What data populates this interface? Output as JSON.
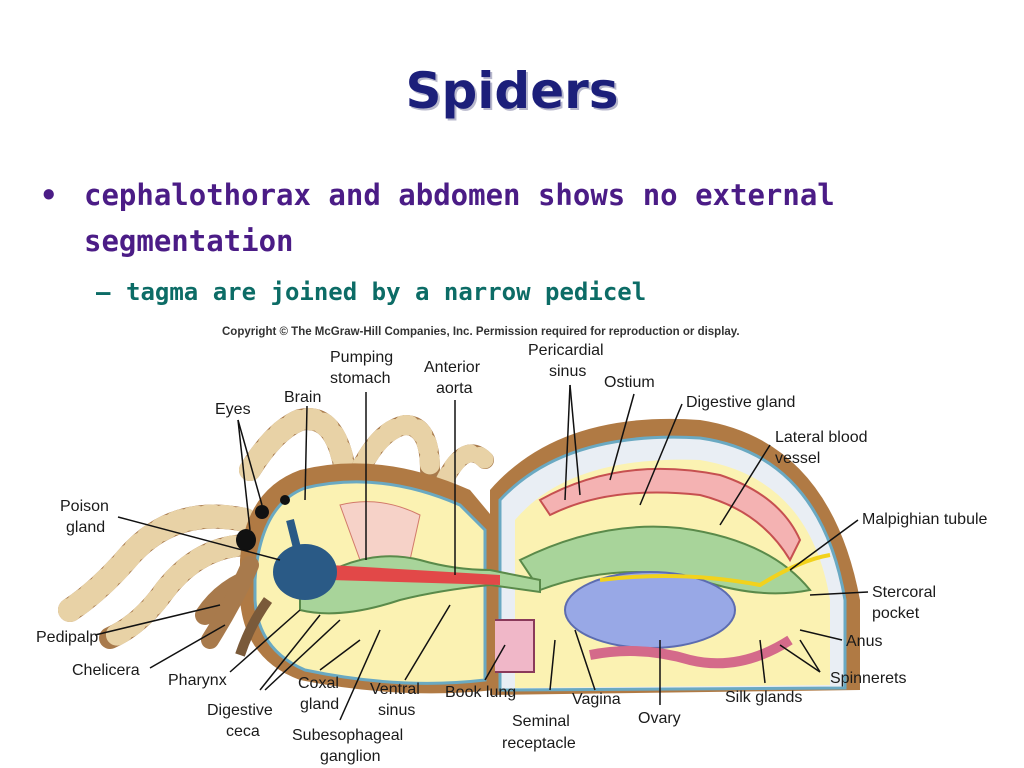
{
  "slide": {
    "title": "Spiders",
    "bullet": {
      "marker": "•",
      "text": "cephalothorax and abdomen shows no external segmentation"
    },
    "sub_bullet": {
      "marker": "–",
      "text": "tagma are joined by a narrow pedicel"
    }
  },
  "diagram": {
    "copyright": "Copyright © The McGraw-Hill Companies, Inc. Permission required for reproduction or display.",
    "labels": {
      "pumping_stomach_1": "Pumping",
      "pumping_stomach_2": "stomach",
      "anterior_aorta_1": "Anterior",
      "anterior_aorta_2": "aorta",
      "pericardial_sinus_1": "Pericardial",
      "pericardial_sinus_2": "sinus",
      "ostium": "Ostium",
      "digestive_gland": "Digestive gland",
      "brain": "Brain",
      "eyes": "Eyes",
      "lateral_blood_vessel_1": "Lateral blood",
      "lateral_blood_vessel_2": "vessel",
      "poison_gland_1": "Poison",
      "poison_gland_2": "gland",
      "malpighian_tubule": "Malpighian tubule",
      "stercoral_pocket_1": "Stercoral",
      "stercoral_pocket_2": "pocket",
      "pedipalp": "Pedipalp",
      "anus": "Anus",
      "chelicera": "Chelicera",
      "spinnerets": "Spinnerets",
      "pharynx": "Pharynx",
      "coxal_gland_1": "Coxal",
      "coxal_gland_2": "gland",
      "ventral_sinus_1": "Ventral",
      "ventral_sinus_2": "sinus",
      "book_lung": "Book lung",
      "vagina": "Vagina",
      "silk_glands": "Silk glands",
      "digestive_ceca_1": "Digestive",
      "digestive_ceca_2": "ceca",
      "subesophageal_ganglion_1": "Subesophageal",
      "subesophageal_ganglion_2": "ganglion",
      "seminal_receptacle_1": "Seminal",
      "seminal_receptacle_2": "receptacle",
      "ovary": "Ovary"
    }
  }
}
